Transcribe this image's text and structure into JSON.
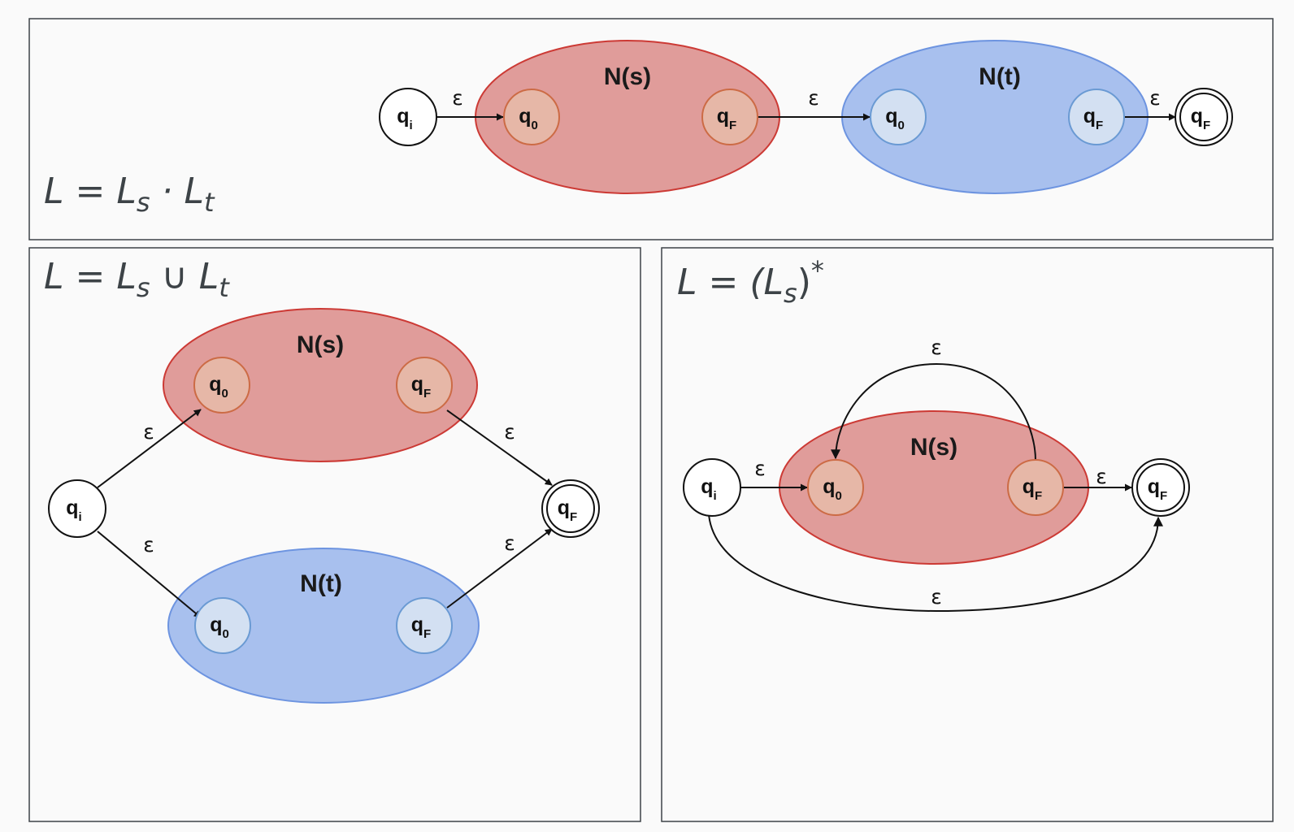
{
  "panels": {
    "concat": {
      "formula": {
        "main": "L = L",
        "sub1": "s",
        "op": " · L",
        "sub2": "t"
      },
      "groups": {
        "ns": "N(s)",
        "nt": "N(t)"
      },
      "states": {
        "start": {
          "q": "q",
          "sub": "i"
        },
        "s_start": {
          "q": "q",
          "sub": "0"
        },
        "s_final": {
          "q": "q",
          "sub": "F"
        },
        "t_start": {
          "q": "q",
          "sub": "0"
        },
        "t_final": {
          "q": "q",
          "sub": "F"
        },
        "final": {
          "q": "q",
          "sub": "F"
        }
      },
      "edges": {
        "e1": "ε",
        "e2": "ε",
        "e3": "ε"
      }
    },
    "union": {
      "formula": {
        "main": "L = L",
        "sub1": "s",
        "op": " ∪ L",
        "sub2": "t"
      },
      "groups": {
        "ns": "N(s)",
        "nt": "N(t)"
      },
      "states": {
        "start": {
          "q": "q",
          "sub": "i"
        },
        "s_start": {
          "q": "q",
          "sub": "0"
        },
        "s_final": {
          "q": "q",
          "sub": "F"
        },
        "t_start": {
          "q": "q",
          "sub": "0"
        },
        "t_final": {
          "q": "q",
          "sub": "F"
        },
        "final": {
          "q": "q",
          "sub": "F"
        }
      },
      "edges": {
        "e1": "ε",
        "e2": "ε",
        "e3": "ε",
        "e4": "ε"
      }
    },
    "star": {
      "formula": {
        "main": "L = (L",
        "sub1": "s",
        "close": ")",
        "sup": "*"
      },
      "groups": {
        "ns": "N(s)"
      },
      "states": {
        "start": {
          "q": "q",
          "sub": "i"
        },
        "s_start": {
          "q": "q",
          "sub": "0"
        },
        "s_final": {
          "q": "q",
          "sub": "F"
        },
        "final": {
          "q": "q",
          "sub": "F"
        }
      },
      "edges": {
        "in": "ε",
        "loop": "ε",
        "out": "ε",
        "skip": "ε"
      }
    }
  },
  "colors": {
    "background": "#fafafa",
    "panel_border": "#3d4347",
    "ns_fill": "#e09c9a",
    "ns_stroke": "#cc3a35",
    "ns_state_fill": "#e6b7a7",
    "ns_state_stroke": "#cc6b45",
    "nt_fill": "#a8c0ee",
    "nt_stroke": "#6d94e0",
    "nt_state_fill": "#d3e0f2",
    "nt_state_stroke": "#6a9ad3"
  }
}
